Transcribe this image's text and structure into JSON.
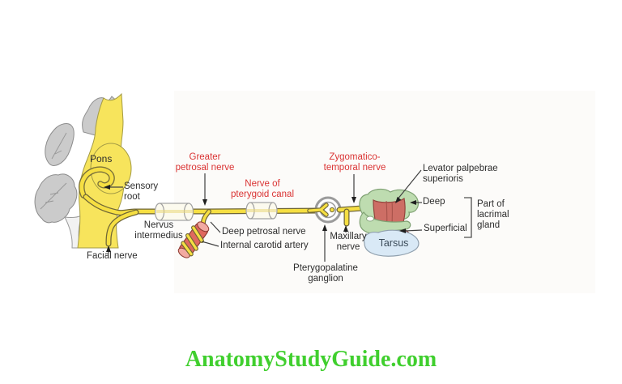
{
  "colors": {
    "nerve_yellow": "#f6df42",
    "nerve_outline": "#6f6636",
    "brainstem_yellow": "#f7e45c",
    "cerebellum_gray": "#cbcbcb",
    "artery_red": "#e0685f",
    "muscle_red": "#cd6e65",
    "gland_green": "#bedcb0",
    "tarsus_blue": "#d9e9f6",
    "label_red": "#da3434",
    "watermark_green": "#40cf2e"
  },
  "labels": {
    "pons": "Pons",
    "sensory_root": {
      "lines": [
        "Sensory",
        "root"
      ]
    },
    "nervus_intermedius": {
      "lines": [
        "Nervus",
        "intermedius"
      ]
    },
    "facial_nerve": "Facial nerve",
    "greater_petrosal_nerve": {
      "lines": [
        "Greater",
        "petrosal nerve"
      ]
    },
    "nerve_of_pterygoid_canal": {
      "lines": [
        "Nerve of",
        "pterygoid canal"
      ]
    },
    "deep_petrosal_nerve": "Deep petrosal nerve",
    "internal_carotid_artery": "Internal carotid artery",
    "zygomaticotemporal_nerve": {
      "lines": [
        "Zygomatico-",
        "temporal nerve"
      ]
    },
    "maxillary_nerve": {
      "lines": [
        "Maxillary",
        "nerve"
      ]
    },
    "pterygopalatine_ganglion": {
      "lines": [
        "Pterygopalatine",
        "ganglion"
      ]
    },
    "levator_palpebrae": {
      "lines": [
        "Levator palpebrae",
        "superioris"
      ]
    },
    "deep": "Deep",
    "superficial": "Superficial",
    "part_of_lacrimal_gland": {
      "lines": [
        "Part of",
        "lacrimal",
        "gland"
      ]
    },
    "tarsus": "Tarsus"
  },
  "watermark": "AnatomyStudyGuide.com"
}
